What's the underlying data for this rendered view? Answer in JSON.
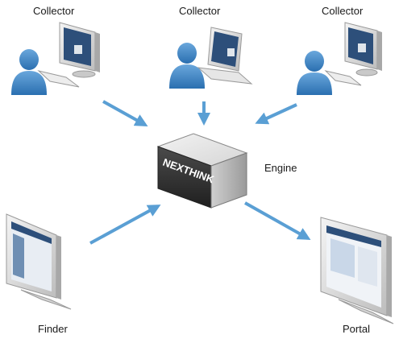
{
  "diagram": {
    "collectors": [
      {
        "label": "Collector",
        "device": "desktop"
      },
      {
        "label": "Collector",
        "device": "laptop"
      },
      {
        "label": "Collector",
        "device": "desktop"
      }
    ],
    "engine": {
      "label": "Engine",
      "logo_text": "NEXTHINK"
    },
    "finder": {
      "label": "Finder"
    },
    "portal": {
      "label": "Portal"
    },
    "colors": {
      "arrow": "#5a9fd4",
      "user": "#3f86c9",
      "device_frame": "#dcdcdc",
      "screen": "#2d4f7a"
    },
    "icons": [
      "user-icon",
      "desktop-icon",
      "laptop-icon",
      "server-icon",
      "monitor-icon",
      "arrow"
    ]
  }
}
